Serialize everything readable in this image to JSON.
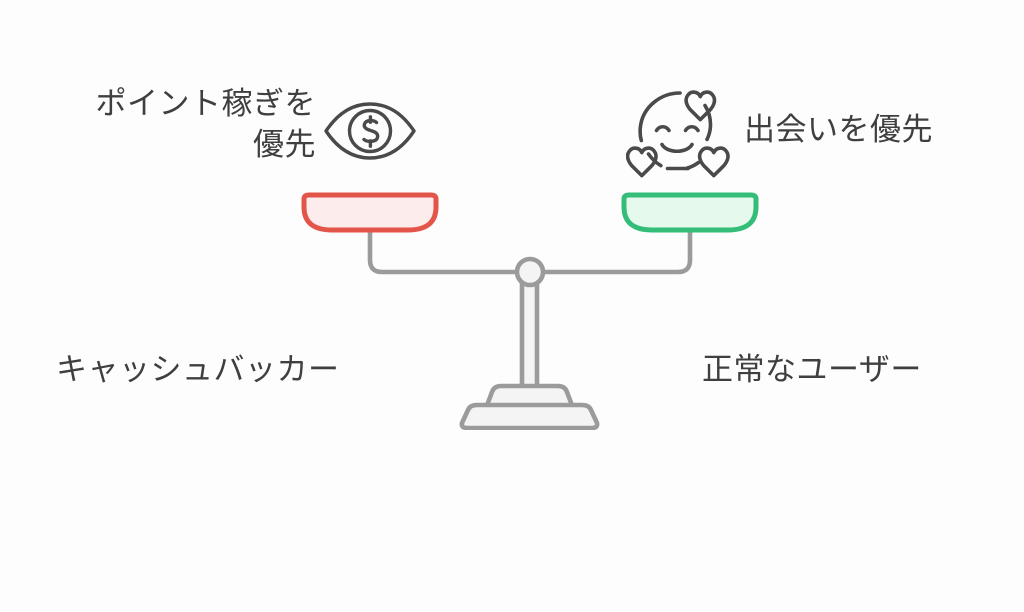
{
  "page": {
    "background_color": "#fdfdfd",
    "text_color": "#3f3f3f"
  },
  "diagram": {
    "type": "balance-scale-comparison",
    "title_left_lines": "ポイント稼ぎを\n優先",
    "title_right": "出会いを優先",
    "left": {
      "heading": "ポイント稼ぎを\n優先",
      "caption": "キャッシュバッカー",
      "icon": "eye-dollar-icon",
      "pan_stroke_color": "#e35449",
      "pan_fill_color": "#fceceb"
    },
    "right": {
      "heading": "出会いを優先",
      "caption": "正常なユーザー",
      "icon": "smiling-face-with-hearts-icon",
      "pan_stroke_color": "#34bd78",
      "pan_fill_color": "#e6f9ed"
    },
    "frame": {
      "stroke_color": "#9b9b9b",
      "fill_color": "#f4f4f4",
      "balanced": true
    }
  }
}
